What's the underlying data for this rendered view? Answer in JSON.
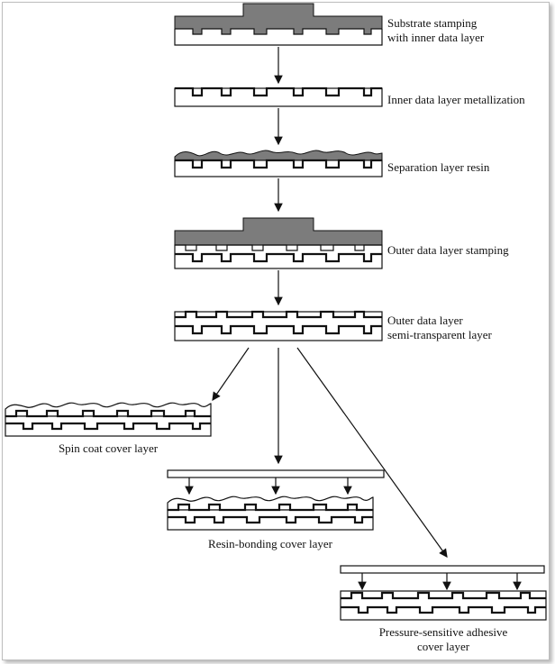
{
  "colors": {
    "ink": "#111111",
    "stamper_gray": "#7c7c7c",
    "background": "#ffffff",
    "frame_border": "#bdbdbd"
  },
  "steps": [
    {
      "label_lines": [
        "Substrate stamping",
        "with inner data layer"
      ]
    },
    {
      "label_lines": [
        "Inner data layer metallization"
      ]
    },
    {
      "label_lines": [
        "Separation layer resin"
      ]
    },
    {
      "label_lines": [
        "Outer data layer stamping"
      ]
    },
    {
      "label_lines": [
        "Outer data layer",
        "semi-transparent layer"
      ]
    }
  ],
  "branches": [
    {
      "label_lines": [
        "Spin coat cover layer"
      ]
    },
    {
      "label_lines": [
        "Resin-bonding cover layer"
      ]
    },
    {
      "label_lines": [
        "Pressure-sensitive adhesive",
        "cover layer"
      ]
    }
  ]
}
